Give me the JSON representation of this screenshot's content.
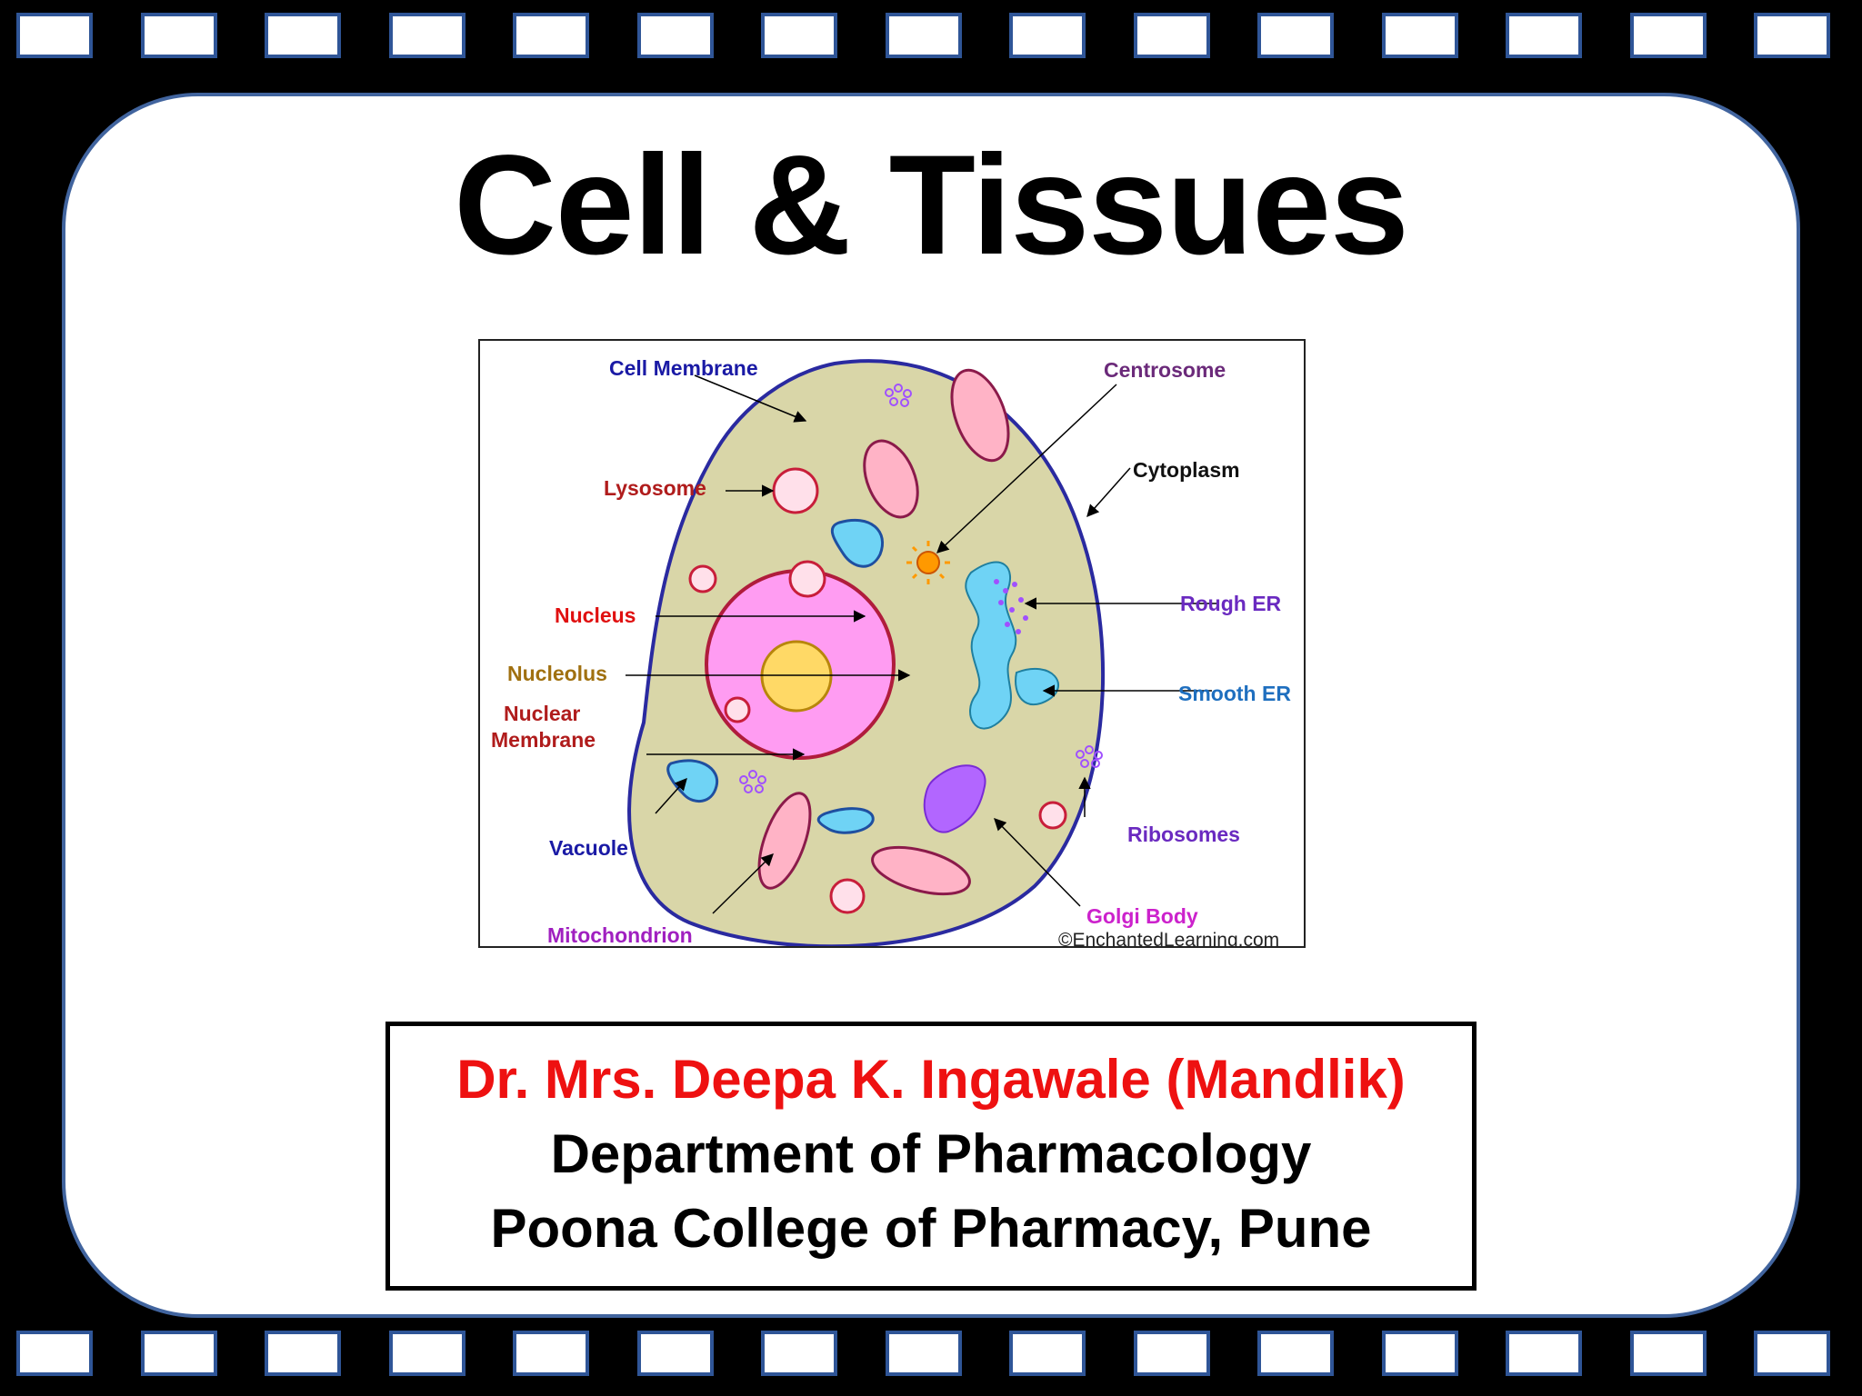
{
  "slide": {
    "title": "Cell & Tissues",
    "frame_color": "#000000",
    "hole_border_color": "#2f5597"
  },
  "diagram": {
    "labels": {
      "cell_membrane": "Cell Membrane",
      "centrosome": "Centrosome",
      "lysosome": "Lysosome",
      "cytoplasm": "Cytoplasm",
      "nucleus": "Nucleus",
      "rough_er": "Rough ER",
      "nucleolus": "Nucleolus",
      "smooth_er": "Smooth ER",
      "nuclear_membrane_1": "Nuclear",
      "nuclear_membrane_2": "Membrane",
      "vacuole": "Vacuole",
      "ribosomes": "Ribosomes",
      "mitochondrion": "Mitochondrion",
      "golgi_body": "Golgi Body"
    },
    "credit": "©EnchantedLearning.com",
    "colors": {
      "cytoplasm": "#d9d6a8",
      "membrane": "#2a2aa0",
      "nucleus": "#ff9cf2",
      "nucleolus": "#ffd966",
      "vacuole": "#6fd3f5",
      "mitochondrion": "#c0507a",
      "golgi": "#b266ff"
    }
  },
  "author": {
    "name": "Dr. Mrs. Deepa K. Ingawale (Mandlik)",
    "department": "Department of Pharmacology",
    "institution": "Poona College of Pharmacy, Pune",
    "name_color": "#ee1111"
  }
}
